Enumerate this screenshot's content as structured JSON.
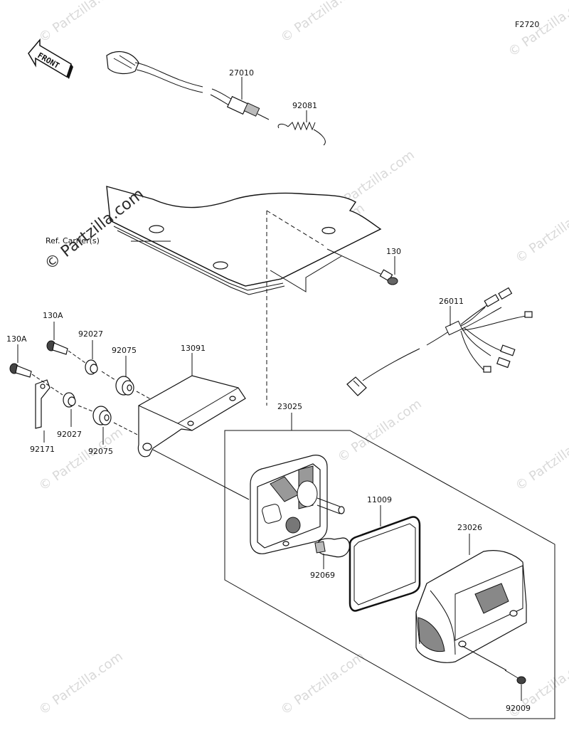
{
  "figure_code": "F2720",
  "front_label": "FRONT",
  "ref_label": "Ref. Carrier(s)",
  "watermark_main": "© Partzilla.com",
  "watermark_small": "© Partzilla.com",
  "parts": [
    {
      "id": "p-27010",
      "label": "27010"
    },
    {
      "id": "p-92081",
      "label": "92081"
    },
    {
      "id": "p-130",
      "label": "130"
    },
    {
      "id": "p-26011",
      "label": "26011"
    },
    {
      "id": "p-130a-1",
      "label": "130A"
    },
    {
      "id": "p-130a-2",
      "label": "130A"
    },
    {
      "id": "p-92027-1",
      "label": "92027"
    },
    {
      "id": "p-92027-2",
      "label": "92027"
    },
    {
      "id": "p-92075-1",
      "label": "92075"
    },
    {
      "id": "p-92075-2",
      "label": "92075"
    },
    {
      "id": "p-13091",
      "label": "13091"
    },
    {
      "id": "p-92171",
      "label": "92171"
    },
    {
      "id": "p-23025",
      "label": "23025"
    },
    {
      "id": "p-11009",
      "label": "11009"
    },
    {
      "id": "p-23026",
      "label": "23026"
    },
    {
      "id": "p-92069",
      "label": "92069"
    },
    {
      "id": "p-92009",
      "label": "92009"
    }
  ]
}
